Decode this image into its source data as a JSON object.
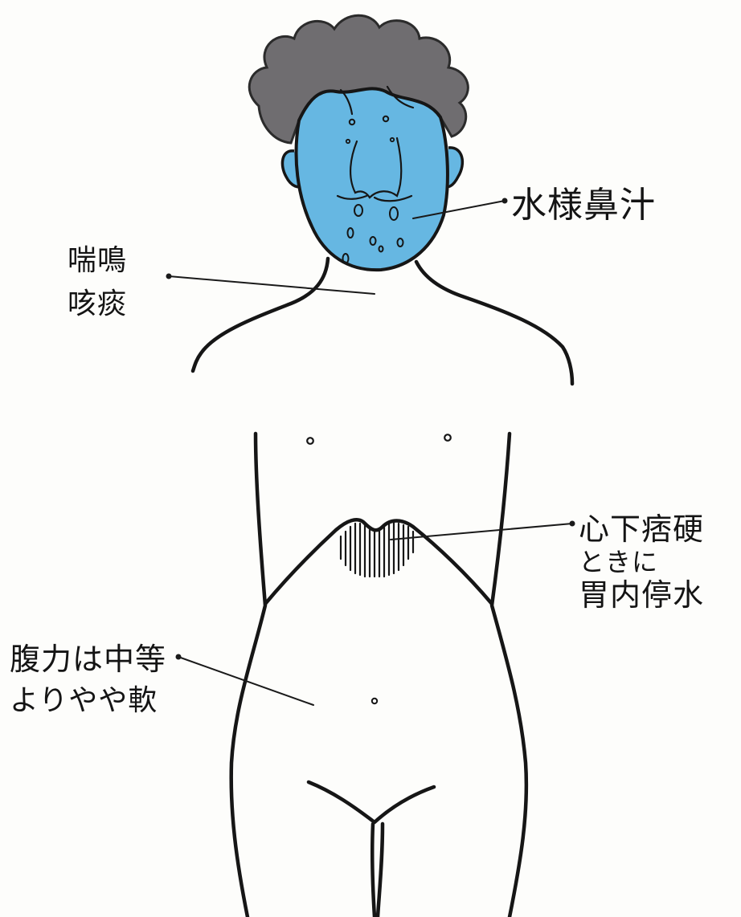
{
  "labels": {
    "watery_nasal_discharge": "水様鼻汁",
    "wheeze": "喘鳴",
    "cough_sputum": "咳痰",
    "epigastric_line1": "心下痞硬",
    "epigastric_line2": "ときに",
    "epigastric_line3": "胃内停水",
    "abdominal_line1": "腹力は中等",
    "abdominal_line2": "よりやや軟"
  },
  "colors": {
    "face_fill": "#66b7e2",
    "hair_fill": "#6f6d70",
    "ink": "#161616",
    "background": "#fdfdfb"
  }
}
